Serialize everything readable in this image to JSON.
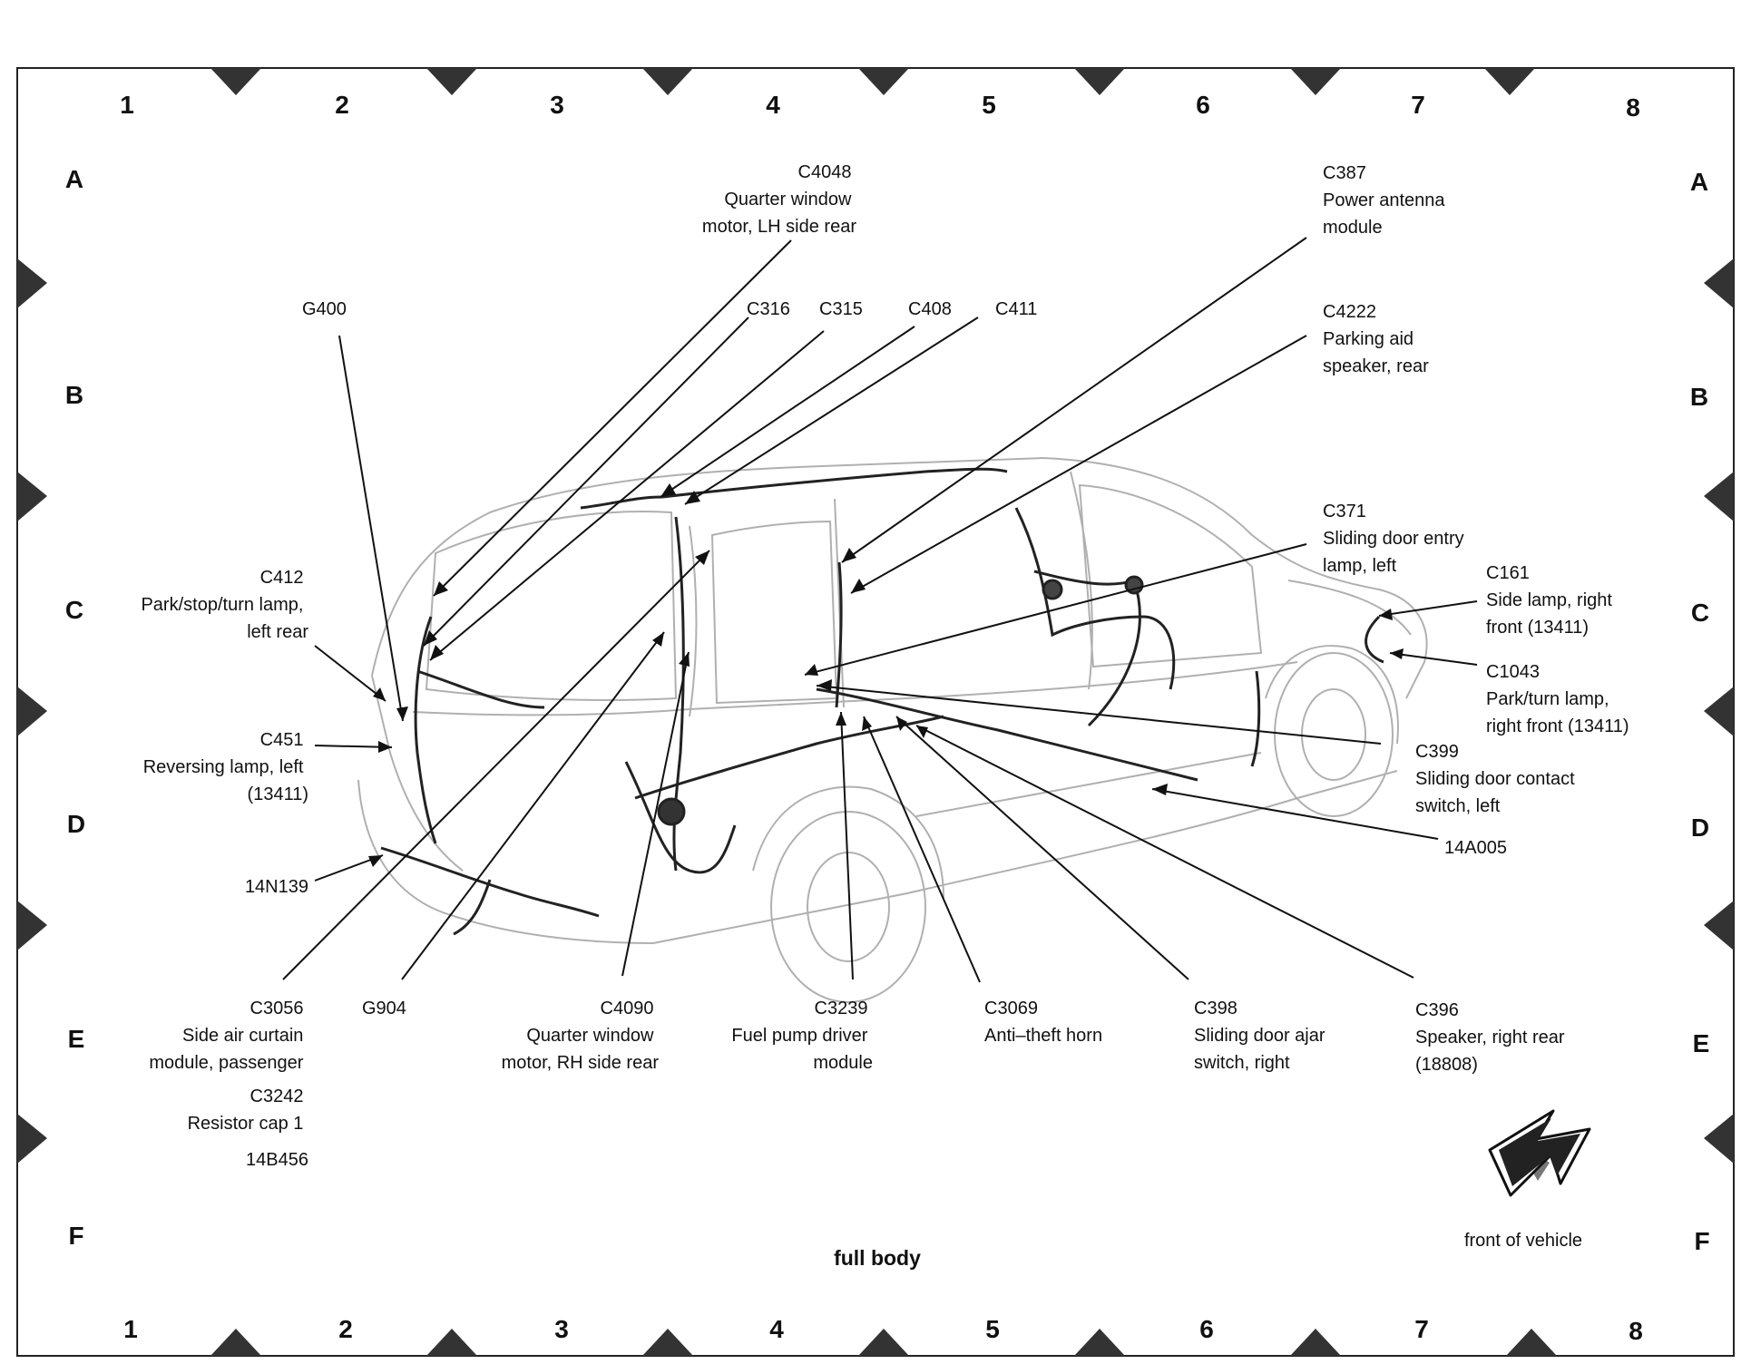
{
  "diagram": {
    "title": "full body",
    "front_label": "front of vehicle",
    "columns": [
      "1",
      "2",
      "3",
      "4",
      "5",
      "6",
      "7",
      "8"
    ],
    "rows": [
      "A",
      "B",
      "C",
      "D",
      "E",
      "F"
    ]
  },
  "callouts": {
    "c4048": [
      "C4048",
      "Quarter window",
      "motor, LH side rear"
    ],
    "c387": [
      "C387",
      "Power antenna",
      "module"
    ],
    "g400": [
      "G400"
    ],
    "c316": [
      "C316"
    ],
    "c315": [
      "C315"
    ],
    "c408": [
      "C408"
    ],
    "c411": [
      "C411"
    ],
    "c4222": [
      "C4222",
      "Parking aid",
      "speaker, rear"
    ],
    "c371": [
      "C371",
      "Sliding door entry",
      "lamp, left"
    ],
    "c161": [
      "C161",
      "Side lamp, right",
      "front (13411)"
    ],
    "c412": [
      "C412",
      "Park/stop/turn lamp,",
      "left rear"
    ],
    "c1043": [
      "C1043",
      "Park/turn lamp,",
      "right front (13411)"
    ],
    "c451": [
      "C451",
      "Reversing lamp, left",
      "(13411)"
    ],
    "c399": [
      "C399",
      "Sliding door contact",
      "switch, left"
    ],
    "n14a005": [
      "14A005"
    ],
    "n14n139": [
      "14N139"
    ],
    "c3056": [
      "C3056",
      "Side air curtain",
      "module, passenger",
      "C3242",
      "Resistor cap 1",
      "14B456"
    ],
    "g904": [
      "G904"
    ],
    "c4090": [
      "C4090",
      "Quarter window",
      "motor, RH side rear"
    ],
    "c3239": [
      "C3239",
      "Fuel pump driver",
      "module"
    ],
    "c3069": [
      "C3069",
      "Anti–theft horn"
    ],
    "c398": [
      "C398",
      "Sliding door ajar",
      "switch, right"
    ],
    "c396": [
      "C396",
      "Speaker, right rear",
      "(18808)"
    ]
  }
}
